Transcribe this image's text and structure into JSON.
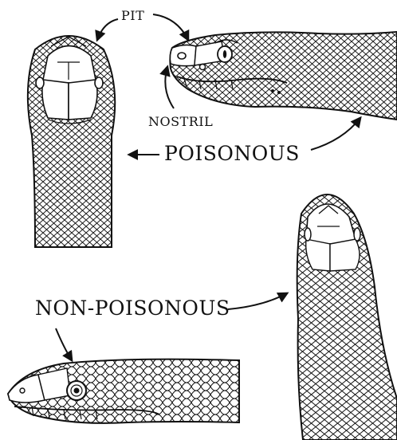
{
  "labels": {
    "pit": "PIT",
    "nostril": "NOSTRIL",
    "poisonous": "POISONOUS",
    "non_poisonous": "NON-POISONOUS"
  },
  "colors": {
    "ink": "#111111",
    "paper": "#ffffff"
  },
  "drawings": [
    {
      "name": "poisonous-head-top-view"
    },
    {
      "name": "poisonous-head-side-view"
    },
    {
      "name": "non-poisonous-head-top-view"
    },
    {
      "name": "non-poisonous-head-side-view"
    }
  ]
}
